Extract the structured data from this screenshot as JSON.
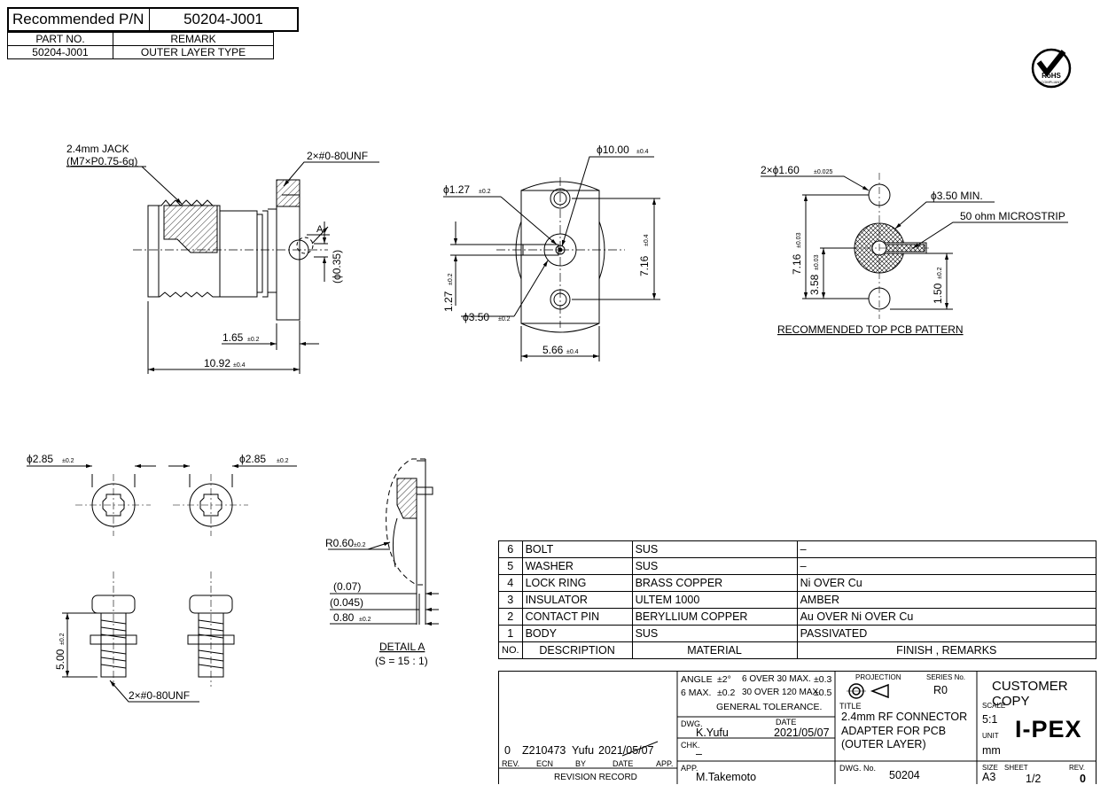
{
  "recommended": {
    "label": "Recommended P/N",
    "value": "50204-J001"
  },
  "part_table": {
    "headers": [
      "PART NO.",
      "REMARK"
    ],
    "row": [
      "50204-J001",
      "OUTER LAYER TYPE"
    ]
  },
  "rohs": {
    "line1": "RoHS",
    "line2": "COMPLIANT"
  },
  "side_view": {
    "jack_line1": "2.4mm JACK",
    "jack_line2": "(M7×P0.75-6g)",
    "screw_callout": "2×#0-80UNF",
    "detail_label": "A",
    "dim_035": "(ϕ0.35)",
    "dim_165": "1.65",
    "dim_165_tol": "±0.2",
    "dim_1092": "10.92",
    "dim_1092_tol": "±0.4"
  },
  "front_view": {
    "d1000": "ϕ10.00",
    "d1000_tol": "±0.4",
    "d127": "ϕ1.27",
    "d127_tol": "±0.2",
    "h716": "7.16",
    "h716_tol": "±0.4",
    "h127": "1.27",
    "h127_tol": "±0.2",
    "d350": "ϕ3.50",
    "d350_tol": "±0.2",
    "w566": "5.66",
    "w566_tol": "±0.4"
  },
  "pcb": {
    "holes": "2×ϕ1.60",
    "holes_tol": "±0.025",
    "min": "ϕ3.50 MIN.",
    "microstrip": "50 ohm MICROSTRIP",
    "h716": "7.16",
    "h716_tol": "±0.03",
    "h358": "3.58",
    "h358_tol": "±0.03",
    "h150": "1.50",
    "h150_tol": "±0.2",
    "title": "RECOMMENDED TOP PCB PATTERN"
  },
  "screws": {
    "d285_left": "ϕ2.85",
    "d285_left_tol": "±0.2",
    "d285_right": "ϕ2.85",
    "d285_right_tol": "±0.2",
    "len500": "5.00",
    "len500_tol": "±0.2",
    "callout": "2×#0-80UNF"
  },
  "detail": {
    "r060": "R0.60",
    "r060_tol": "±0.2",
    "d007": "(0.07)",
    "d0045": "(0.045)",
    "d080": "0.80",
    "d080_tol": "±0.2",
    "title": "DETAIL A",
    "scale": "(S = 15 : 1)"
  },
  "parts_list": {
    "rows": [
      {
        "no": "6",
        "desc": "BOLT",
        "material": "SUS",
        "finish": "–"
      },
      {
        "no": "5",
        "desc": "WASHER",
        "material": "SUS",
        "finish": "–"
      },
      {
        "no": "4",
        "desc": "LOCK RING",
        "material": "BRASS COPPER",
        "finish": "Ni OVER Cu"
      },
      {
        "no": "3",
        "desc": "INSULATOR",
        "material": "ULTEM 1000",
        "finish": "AMBER"
      },
      {
        "no": "2",
        "desc": "CONTACT PIN",
        "material": "BERYLLIUM COPPER",
        "finish": "Au OVER Ni OVER Cu"
      },
      {
        "no": "1",
        "desc": "BODY",
        "material": "SUS",
        "finish": "PASSIVATED"
      }
    ],
    "headers": {
      "no": "NO.",
      "desc": "DESCRIPTION",
      "material": "MATERIAL",
      "finish": "FINISH , REMARKS"
    }
  },
  "title_block": {
    "tol_angle": "ANGLE",
    "tol_angle_v": "±2°",
    "tol_6over30": "6 OVER 30 MAX.",
    "tol_6over30_v": "±0.3",
    "tol_6max": "6 MAX.",
    "tol_6max_v": "±0.2",
    "tol_30over120": "30 OVER 120 MAX.",
    "tol_30over120_v": "±0.5",
    "general_tolerance": "GENERAL TOLERANCE.",
    "projection_label": "PROJECTION",
    "series_label": "SERIES No.",
    "series": "R0",
    "customer_copy": "CUSTOMER COPY",
    "dwg_label": "DWG.",
    "dwg_by": "K.Yufu",
    "date_label": "DATE",
    "date": "2021/05/07",
    "chk_label": "CHK.",
    "chk": "–",
    "app_label": "APP.",
    "app": "M.Takemoto",
    "title_label": "TITLE",
    "title_l1": "2.4mm RF CONNECTOR",
    "title_l2": "ADAPTER FOR PCB",
    "title_l3": "(OUTER LAYER)",
    "scale_label": "SCALE",
    "scale": "5:1",
    "unit_label": "UNIT",
    "unit": "mm",
    "logo": "I-PEX",
    "dwgno_label": "DWG. No.",
    "dwgno": "50204",
    "size_label": "SIZE",
    "size": "A3",
    "sheet_label": "SHEET",
    "sheet": "1/2",
    "rev_label": "REV.",
    "rev": "0",
    "revision": {
      "rev": "0",
      "ecn": "Z210473",
      "by": "Yufu",
      "date": "2021/05/07"
    },
    "rev_headers": [
      "REV.",
      "ECN",
      "BY",
      "DATE",
      "APP."
    ],
    "revision_record": "REVISION RECORD"
  }
}
